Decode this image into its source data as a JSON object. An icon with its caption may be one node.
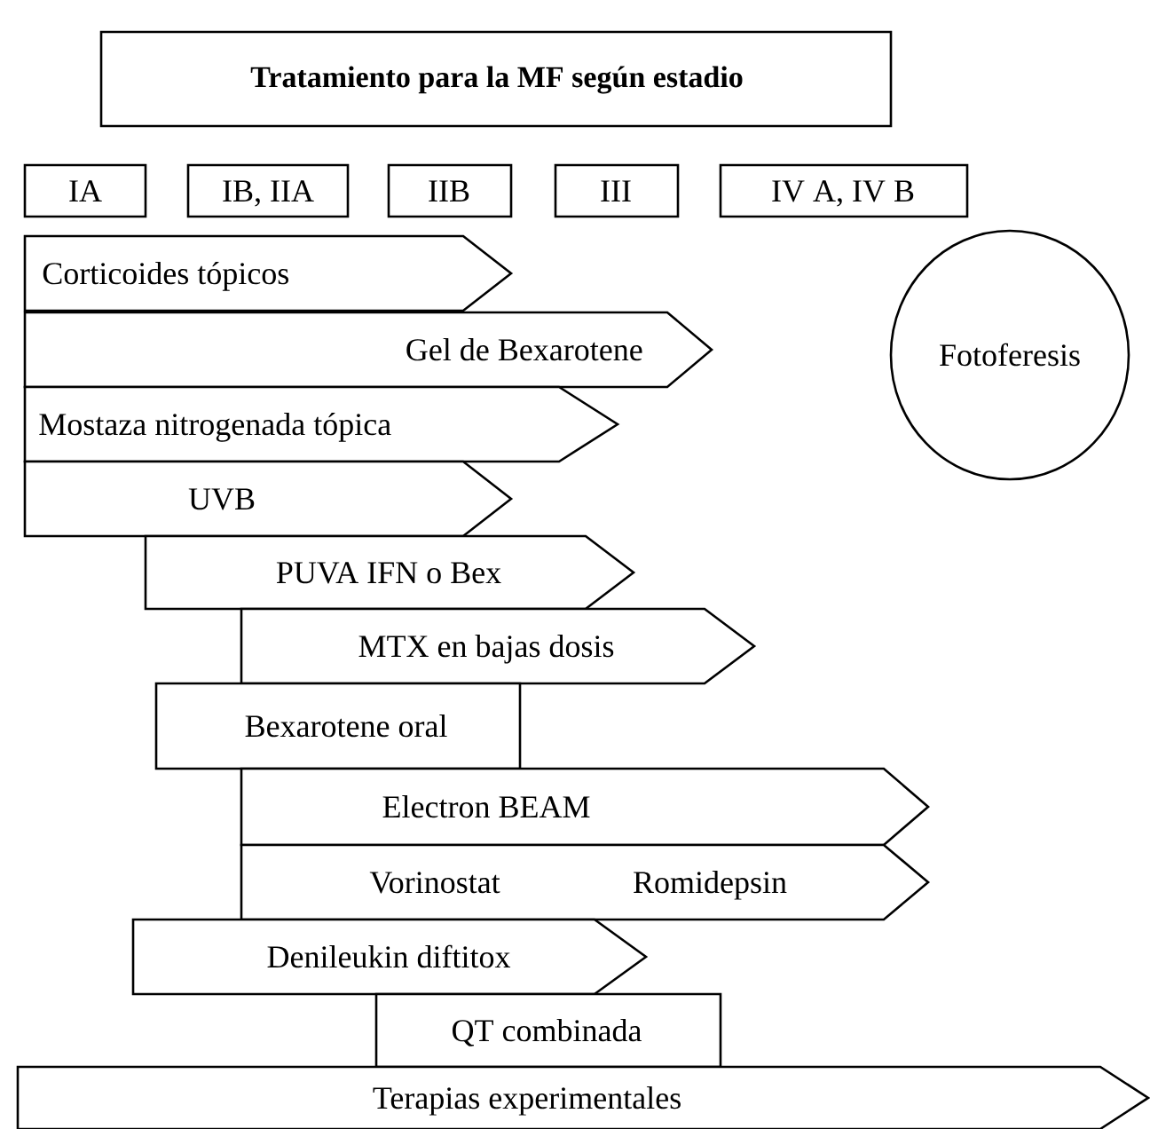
{
  "diagram": {
    "title": "Tratamiento para la MF según estadio",
    "nodes": [
      {
        "text": [
          "IA"
        ]
      },
      {
        "text": [
          "IB,  IIA"
        ]
      },
      {
        "text": [
          "IIB"
        ]
      },
      {
        "text": [
          "III"
        ]
      },
      {
        "text": [
          "IV A, IV B"
        ]
      },
      {
        "text": [
          "Corticoides tópicos"
        ]
      },
      {
        "text": [
          "Gel de Bexarotene"
        ]
      },
      {
        "text": [
          "Fotoferesis"
        ]
      },
      {
        "text": [
          "Mostaza nitrogenada tópica"
        ]
      },
      {
        "text": [
          "UVB"
        ]
      },
      {
        "text": [
          "PUVA IFN o Bex"
        ]
      },
      {
        "text": [
          "MTX en bajas dosis"
        ]
      },
      {
        "text": [
          "Bexarotene oral"
        ]
      },
      {
        "text": [
          "Electron BEAM"
        ]
      },
      {
        "text": [
          "Vorinostat",
          "Romidepsin"
        ]
      },
      {
        "text": [
          "Denileukin diftitox"
        ]
      },
      {
        "text": [
          "QT combinada"
        ]
      },
      {
        "text": [
          "Terapias experimentales"
        ]
      }
    ],
    "edges": []
  }
}
